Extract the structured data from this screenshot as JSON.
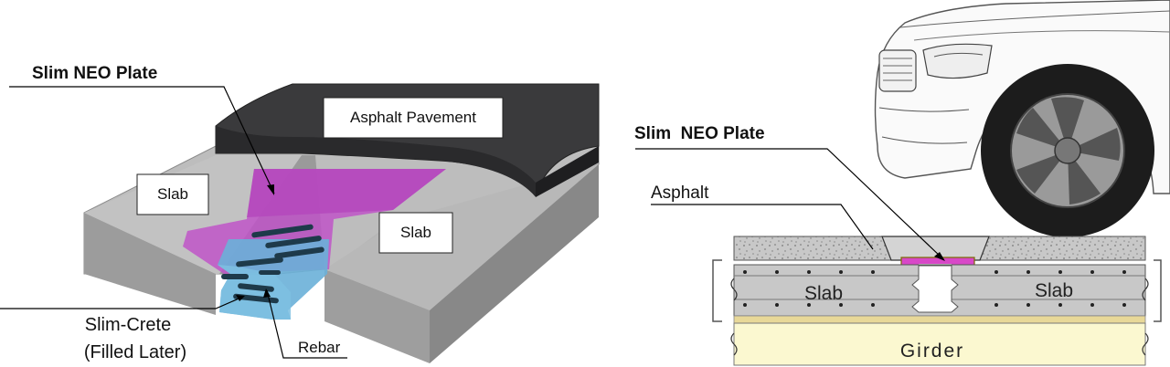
{
  "left_diagram": {
    "plate_label": "Slim NEO Plate",
    "asphalt_label": "Asphalt Pavement",
    "slab_left_label": "Slab",
    "slab_right_label": "Slab",
    "filler_label_line1": "Slim-Crete",
    "filler_label_line2": "(Filled Later)",
    "rebar_label": "Rebar"
  },
  "right_diagram": {
    "plate_label": "Slim  NEO Plate",
    "asphalt_label": "Asphalt",
    "slab_left_label": "Slab",
    "slab_right_label": "Slab",
    "girder_label": "Girder"
  },
  "colors": {
    "asphalt": "#3a3a3c",
    "slab": "#b4b4b4",
    "plate": "#c050c8",
    "filler": "#6ab0d8",
    "girder": "#fbf8d0"
  }
}
